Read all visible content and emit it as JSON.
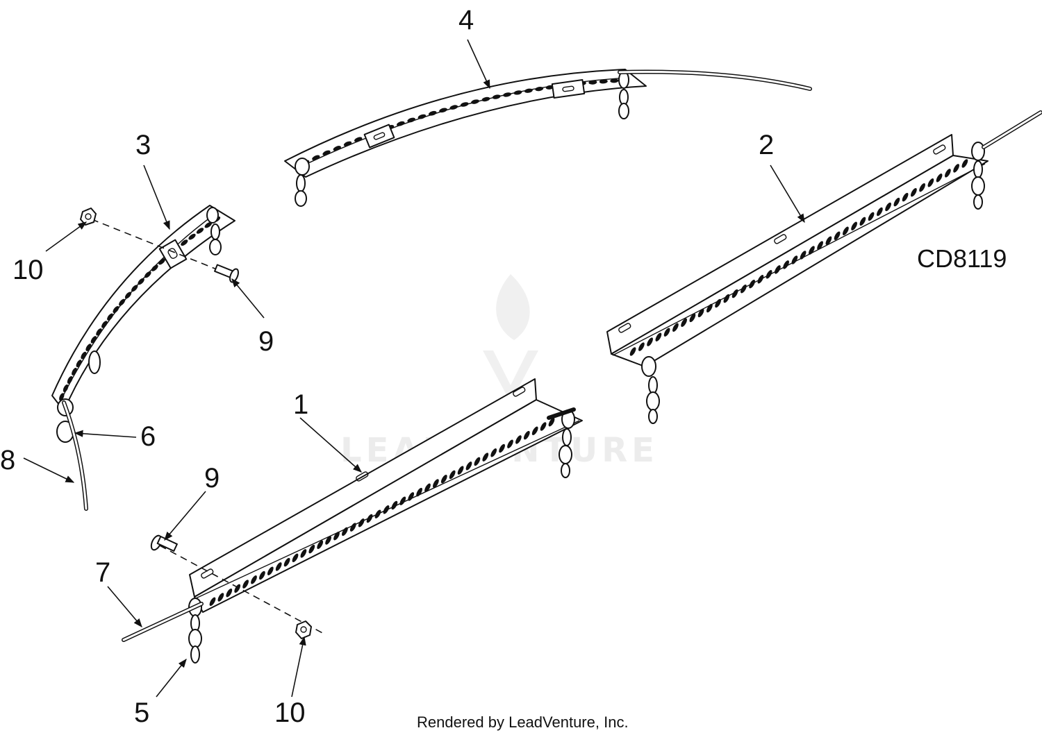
{
  "diagram": {
    "code": "CD8119",
    "credit": "Rendered by LeadVenture, Inc.",
    "watermark": "LEADVENTURE",
    "callouts": {
      "c1": "1",
      "c2": "2",
      "c3": "3",
      "c4": "4",
      "c5": "5",
      "c6": "6",
      "c7": "7",
      "c8": "8",
      "c9a": "9",
      "c9b": "9",
      "c10a": "10",
      "c10b": "10"
    }
  }
}
